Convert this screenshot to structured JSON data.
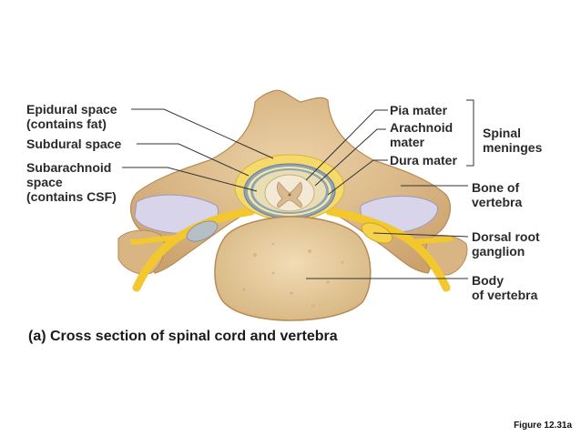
{
  "labels_left": {
    "epidural_1": "Epidural space",
    "epidural_2": "(contains fat)",
    "subdural": "Subdural space",
    "subarachnoid_1": "Subarachnoid",
    "subarachnoid_2": "space",
    "subarachnoid_3": "(contains CSF)"
  },
  "labels_top": {
    "pia": "Pia mater",
    "arachnoid_1": "Arachnoid",
    "arachnoid_2": "mater",
    "dura": "Dura mater"
  },
  "labels_right": {
    "meninges_1": "Spinal",
    "meninges_2": "meninges",
    "bone_1": "Bone of",
    "bone_2": "vertebra",
    "drg_1": "Dorsal root",
    "drg_2": "ganglion",
    "body_1": "Body",
    "body_2": "of vertebra"
  },
  "caption": "(a)  Cross section of spinal cord and vertebra",
  "figure_number": "Figure 12.31a",
  "colors": {
    "bone": "#e3c395",
    "bone_dark": "#c8a06c",
    "nerve": "#f2c82e",
    "cord": "#f3e9d4",
    "gray_matter": "#d9b98f",
    "dura": "#8fa3b5",
    "disc": "#d8d4ea"
  }
}
